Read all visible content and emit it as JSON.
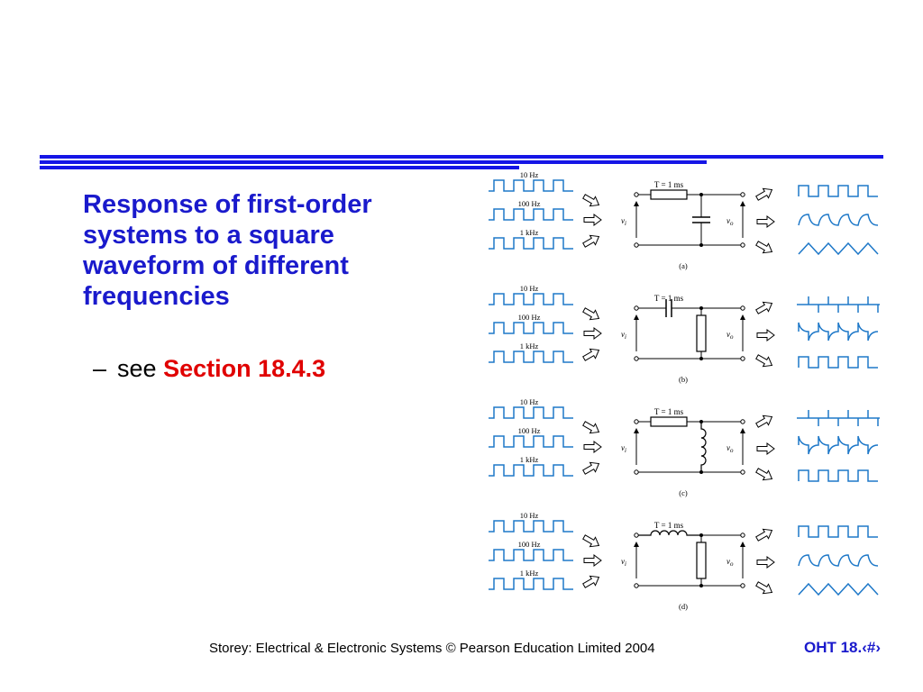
{
  "title": "Response of first-order systems to a square waveform of different frequencies",
  "bullet": {
    "dash": "–",
    "prefix": "see",
    "reference": "Section 18.4.3"
  },
  "footer": "Storey: Electrical & Electronic Systems © Pearson Education Limited 2004",
  "slide_number": "OHT 18.‹#›",
  "colors": {
    "title": "#1a1acc",
    "reference": "#e00000",
    "wave": "#1e78c8",
    "bars": "#1515e6"
  },
  "diagram": {
    "freq_labels": [
      "10 Hz",
      "100 Hz",
      "1 kHz"
    ],
    "period_label": "T = 1 ms",
    "vi_label": "v",
    "vi_sub": "i",
    "vo_label": "v",
    "vo_sub": "o",
    "panels": [
      {
        "caption": "(a)",
        "series": "resistor",
        "shunt": "capacitor",
        "outputs": [
          "square",
          "charge",
          "triangle"
        ]
      },
      {
        "caption": "(b)",
        "series": "capacitor",
        "shunt": "resistor",
        "outputs": [
          "spikes",
          "decay",
          "square"
        ]
      },
      {
        "caption": "(c)",
        "series": "resistor",
        "shunt": "inductor",
        "outputs": [
          "spikes",
          "decay",
          "square"
        ]
      },
      {
        "caption": "(d)",
        "series": "inductor",
        "shunt": "resistor",
        "outputs": [
          "square",
          "charge",
          "triangle"
        ]
      }
    ]
  }
}
